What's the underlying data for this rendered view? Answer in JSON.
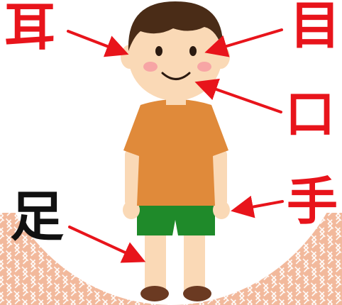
{
  "colors": {
    "label_red": "#e8141b",
    "label_black": "#111111",
    "arrow": "#e8141b",
    "skin": "#fad9b6",
    "cheek": "#f7a5a5",
    "hair": "#4a2c17",
    "shirt": "#e08a3a",
    "shorts": "#1f8a2a",
    "shoe": "#6b3a22",
    "pattern_bg": "#f2b99c",
    "pattern_line": "#ffffff"
  },
  "labels": {
    "ear": {
      "text": "耳",
      "color": "#e8141b"
    },
    "eye": {
      "text": "目",
      "color": "#e8141b"
    },
    "mouth": {
      "text": "口",
      "color": "#e8141b"
    },
    "hand": {
      "text": "手",
      "color": "#e8141b"
    },
    "foot": {
      "text": "足",
      "color": "#111111"
    }
  },
  "icons": [
    "boy-figure",
    "arrow-to-ear",
    "arrow-to-eye",
    "arrow-to-mouth",
    "arrow-to-hand",
    "arrow-to-foot"
  ]
}
